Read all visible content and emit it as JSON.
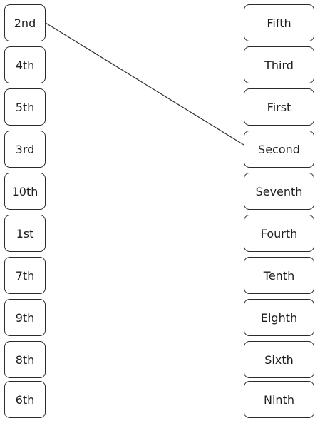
{
  "left_column": [
    "2nd",
    "4th",
    "5th",
    "3rd",
    "10th",
    "1st",
    "7th",
    "9th",
    "8th",
    "6th"
  ],
  "right_column": [
    "Fifth",
    "Third",
    "First",
    "Second",
    "Seventh",
    "Fourth",
    "Tenth",
    "Eighth",
    "Sixth",
    "Ninth"
  ],
  "drawn_matches": [
    {
      "from": "2nd",
      "to": "Second"
    }
  ],
  "colors": {
    "border": "#2b2b2b",
    "text": "#1e1e1e",
    "line": "#333333",
    "background": "#ffffff"
  }
}
